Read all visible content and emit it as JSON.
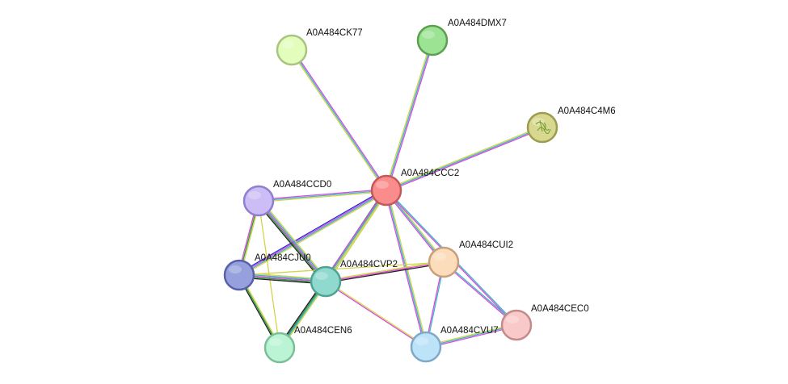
{
  "network": {
    "edge_colors": [
      "#d4d44a",
      "#3ab5c9",
      "#d94bd9",
      "#2b2bd6",
      "#2a9a3a",
      "#222222"
    ],
    "nodes": [
      {
        "id": "A0A484CCC2",
        "label": "A0A484CCC2",
        "fill": "#fb8c8c",
        "stroke": "#c45757"
      },
      {
        "id": "A0A484CK77",
        "label": "A0A484CK77",
        "fill": "#e2fdbc",
        "stroke": "#a9c47f"
      },
      {
        "id": "A0A484DMX7",
        "label": "A0A484DMX7",
        "fill": "#9de394",
        "stroke": "#5aa04f"
      },
      {
        "id": "A0A484C4M6",
        "label": "A0A484C4M6",
        "fill": "#d8d890",
        "stroke": "#9c9c4e",
        "icon": "protein-structure-icon"
      },
      {
        "id": "A0A484CCD0",
        "label": "A0A484CCD0",
        "fill": "#cdbdf6",
        "stroke": "#8f7fcc"
      },
      {
        "id": "A0A484CJU0",
        "label": "A0A484CJU0",
        "fill": "#95a0dc",
        "stroke": "#5860a8"
      },
      {
        "id": "A0A484CVP2",
        "label": "A0A484CVP2",
        "fill": "#8fd9cf",
        "stroke": "#4ea394"
      },
      {
        "id": "A0A484CUI2",
        "label": "A0A484CUI2",
        "fill": "#fddcbc",
        "stroke": "#c79f7a"
      },
      {
        "id": "A0A484CEN6",
        "label": "A0A484CEN6",
        "fill": "#baf4d4",
        "stroke": "#7bbf98"
      },
      {
        "id": "A0A484CVU7",
        "label": "A0A484CVU7",
        "fill": "#bde3f9",
        "stroke": "#7fa9c4"
      },
      {
        "id": "A0A484CEC0",
        "label": "A0A484CEC0",
        "fill": "#f9c8c8",
        "stroke": "#c48a8a"
      }
    ],
    "edges": [
      {
        "source": "A0A484CCC2",
        "target": "A0A484CK77",
        "types": [
          "#d4d44a",
          "#3ab5c9",
          "#d94bd9"
        ]
      },
      {
        "source": "A0A484CCC2",
        "target": "A0A484DMX7",
        "types": [
          "#d4d44a",
          "#3ab5c9",
          "#d94bd9"
        ]
      },
      {
        "source": "A0A484CCC2",
        "target": "A0A484C4M6",
        "types": [
          "#d4d44a",
          "#3ab5c9",
          "#d94bd9"
        ]
      },
      {
        "source": "A0A484CCC2",
        "target": "A0A484CCD0",
        "types": [
          "#d4d44a",
          "#3ab5c9",
          "#d94bd9"
        ]
      },
      {
        "source": "A0A484CCC2",
        "target": "A0A484CJU0",
        "types": [
          "#d4d44a",
          "#3ab5c9",
          "#d94bd9",
          "#2b2bd6"
        ]
      },
      {
        "source": "A0A484CCC2",
        "target": "A0A484CVP2",
        "types": [
          "#d4d44a",
          "#3ab5c9",
          "#d94bd9",
          "#2a9a3a"
        ]
      },
      {
        "source": "A0A484CCC2",
        "target": "A0A484CUI2",
        "types": [
          "#d4d44a",
          "#3ab5c9",
          "#d94bd9"
        ]
      },
      {
        "source": "A0A484CCC2",
        "target": "A0A484CEN6",
        "types": [
          "#d4d44a",
          "#3ab5c9",
          "#d94bd9"
        ]
      },
      {
        "source": "A0A484CCC2",
        "target": "A0A484CVU7",
        "types": [
          "#d4d44a",
          "#3ab5c9",
          "#d94bd9"
        ]
      },
      {
        "source": "A0A484CCC2",
        "target": "A0A484CEC0",
        "types": [
          "#3ab5c9",
          "#d94bd9"
        ]
      },
      {
        "source": "A0A484CCD0",
        "target": "A0A484CJU0",
        "types": [
          "#d4d44a",
          "#2a9a3a",
          "#d94bd9"
        ]
      },
      {
        "source": "A0A484CCD0",
        "target": "A0A484CVP2",
        "types": [
          "#d4d44a",
          "#3ab5c9",
          "#d94bd9",
          "#2a9a3a",
          "#222222"
        ]
      },
      {
        "source": "A0A484CCD0",
        "target": "A0A484CEN6",
        "types": [
          "#d4d44a"
        ]
      },
      {
        "source": "A0A484CJU0",
        "target": "A0A484CVP2",
        "types": [
          "#d4d44a",
          "#3ab5c9",
          "#d94bd9",
          "#2a9a3a",
          "#222222"
        ]
      },
      {
        "source": "A0A484CJU0",
        "target": "A0A484CEN6",
        "types": [
          "#d4d44a",
          "#2a9a3a",
          "#222222"
        ]
      },
      {
        "source": "A0A484CJU0",
        "target": "A0A484CUI2",
        "types": [
          "#d4d44a"
        ]
      },
      {
        "source": "A0A484CVP2",
        "target": "A0A484CUI2",
        "types": [
          "#d4d44a",
          "#d94bd9",
          "#222222"
        ]
      },
      {
        "source": "A0A484CVP2",
        "target": "A0A484CEN6",
        "types": [
          "#d4d44a",
          "#3ab5c9",
          "#2a9a3a",
          "#222222"
        ]
      },
      {
        "source": "A0A484CVP2",
        "target": "A0A484CVU7",
        "types": [
          "#d4d44a",
          "#d94bd9"
        ]
      },
      {
        "source": "A0A484CUI2",
        "target": "A0A484CVU7",
        "types": [
          "#3ab5c9",
          "#d94bd9"
        ]
      },
      {
        "source": "A0A484CUI2",
        "target": "A0A484CEC0",
        "types": [
          "#3ab5c9",
          "#d94bd9"
        ]
      },
      {
        "source": "A0A484CVU7",
        "target": "A0A484CEC0",
        "types": [
          "#d4d44a",
          "#3ab5c9",
          "#d94bd9"
        ]
      }
    ]
  }
}
